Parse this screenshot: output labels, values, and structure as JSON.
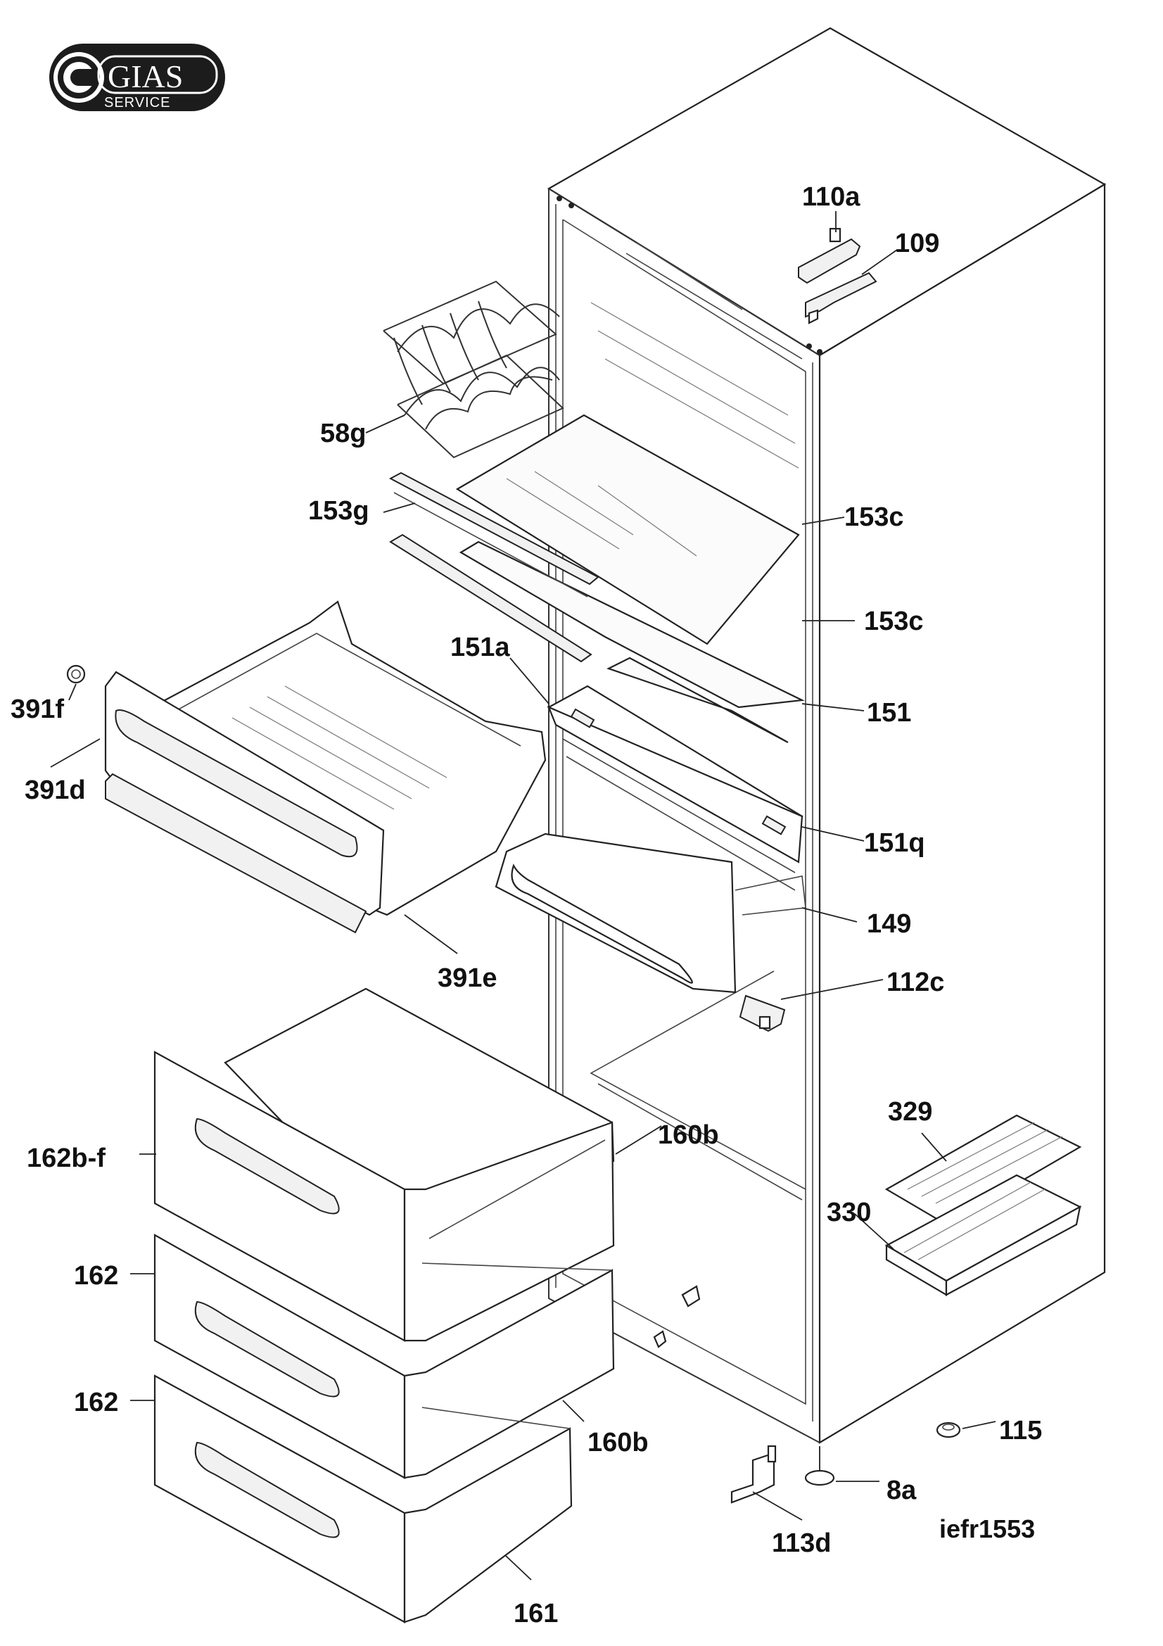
{
  "logo": {
    "word": "GIAS",
    "sub": "SERVICE"
  },
  "reference_code": "iefr1553",
  "parts": [
    {
      "id": "110a",
      "label": "110a"
    },
    {
      "id": "109",
      "label": "109"
    },
    {
      "id": "58g",
      "label": "58g"
    },
    {
      "id": "153g",
      "label": "153g"
    },
    {
      "id": "153c-top",
      "label": "153c"
    },
    {
      "id": "153c-mid",
      "label": "153c"
    },
    {
      "id": "151a",
      "label": "151a"
    },
    {
      "id": "151",
      "label": "151"
    },
    {
      "id": "391f",
      "label": "391f"
    },
    {
      "id": "391d",
      "label": "391d"
    },
    {
      "id": "151q",
      "label": "151q"
    },
    {
      "id": "149",
      "label": "149"
    },
    {
      "id": "391e",
      "label": "391e"
    },
    {
      "id": "112c",
      "label": "112c"
    },
    {
      "id": "329",
      "label": "329"
    },
    {
      "id": "160b-top",
      "label": "160b"
    },
    {
      "id": "162b-f",
      "label": "162b-f"
    },
    {
      "id": "330",
      "label": "330"
    },
    {
      "id": "162-a",
      "label": "162"
    },
    {
      "id": "162-b",
      "label": "162"
    },
    {
      "id": "160b-bottom",
      "label": "160b"
    },
    {
      "id": "115",
      "label": "115"
    },
    {
      "id": "8a",
      "label": "8a"
    },
    {
      "id": "113d",
      "label": "113d"
    },
    {
      "id": "161",
      "label": "161"
    }
  ]
}
